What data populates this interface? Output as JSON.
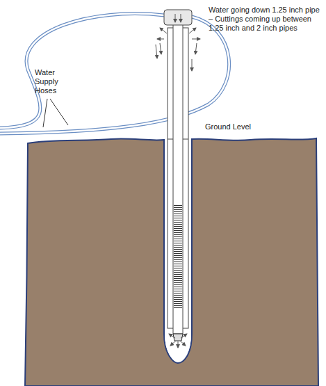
{
  "diagram": {
    "labels": [
      "Water  going down 1.25 inch pipe – Cuttings coming up between 1.25 inch and 2 inch pipes",
      "Water Supply Hoses",
      "Ground Level"
    ]
  }
}
